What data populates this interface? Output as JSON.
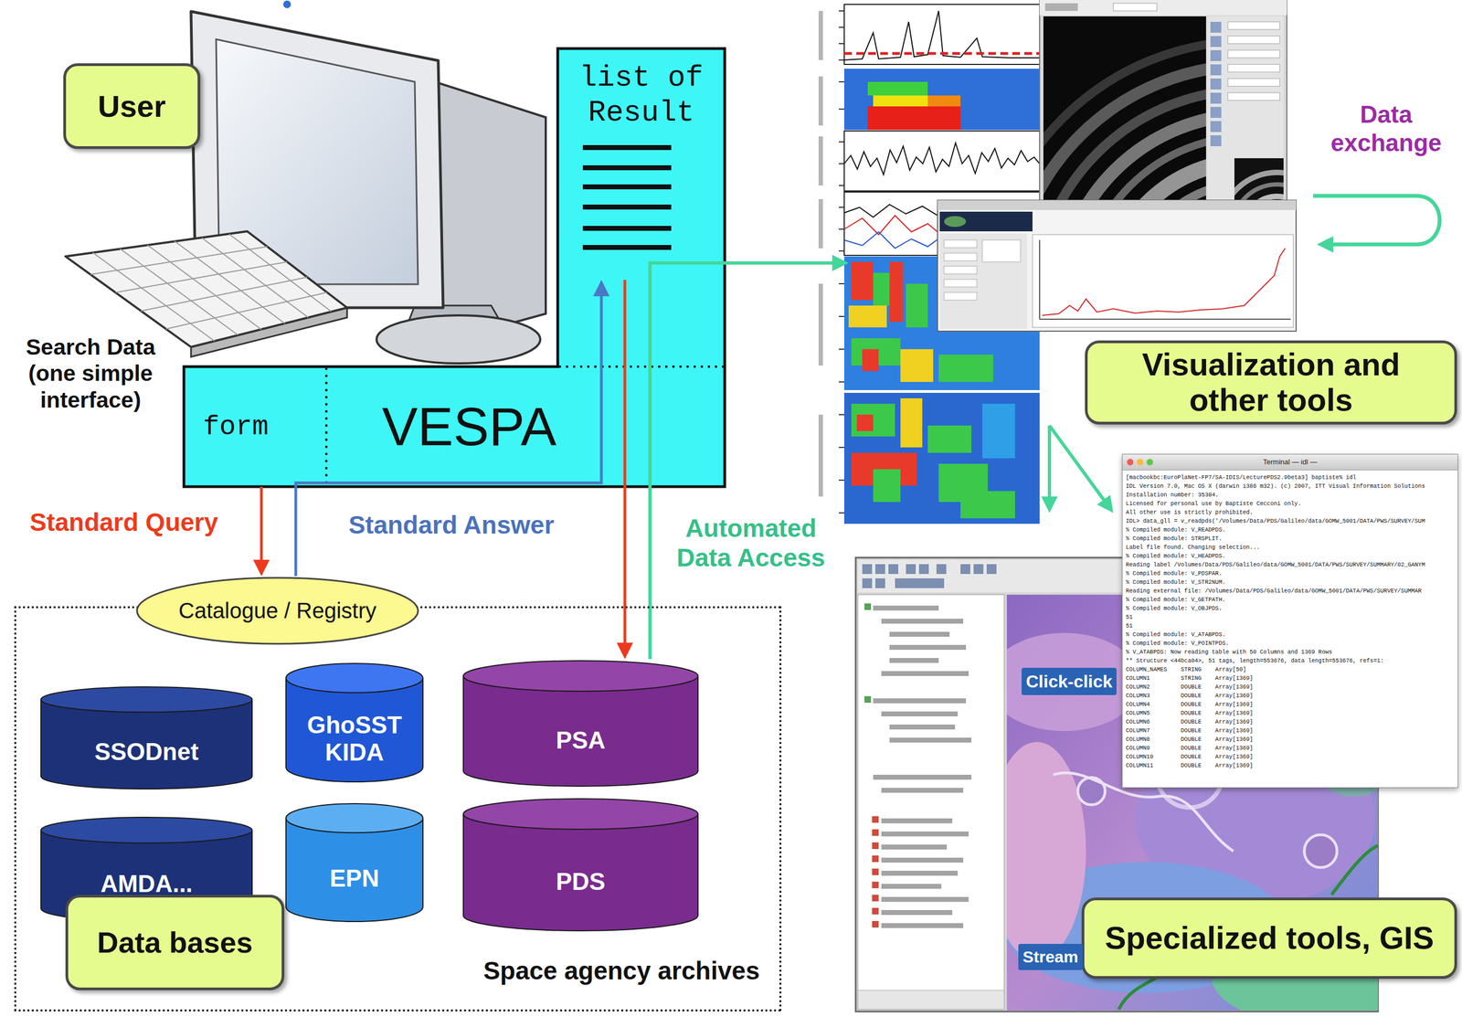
{
  "diagram": {
    "nodes": [
      {
        "text": [
          "User"
        ]
      },
      {
        "text": [
          "list of Result"
        ]
      },
      {
        "text": [
          "VESPA"
        ]
      },
      {
        "text": [
          "form"
        ],
        "in": 2
      },
      {
        "text": [
          "Catalogue / Registry"
        ]
      },
      {
        "text": [
          "Space agency archives"
        ]
      },
      {
        "text": [
          "SSODnet"
        ],
        "in": 5
      },
      {
        "text": [
          "GhoSST KIDA"
        ],
        "in": 5
      },
      {
        "text": [
          "PSA"
        ],
        "in": 5
      },
      {
        "text": [
          "AMDA..."
        ],
        "in": 5
      },
      {
        "text": [
          "EPN"
        ],
        "in": 5
      },
      {
        "text": [
          "PDS"
        ],
        "in": 5
      },
      {
        "text": [
          "Data bases"
        ],
        "in": 5
      },
      {
        "text": [
          "Visualization and other tools"
        ]
      },
      {
        "text": [
          "Specialized tools, GIS"
        ]
      }
    ],
    "edges": [
      {
        "from": 3,
        "to": 4,
        "label": "Standard Query",
        "arrow": "to"
      },
      {
        "from": 4,
        "to": 1,
        "label": "Standard Answer",
        "arrow": "to"
      },
      {
        "from": 1,
        "to": 8,
        "arrow": "to"
      },
      {
        "from": 8,
        "to": 13,
        "label": "Automated Data Access",
        "arrow": "to"
      },
      {
        "from": 13,
        "to": 14,
        "arrow": "to"
      },
      {
        "from": 13,
        "to": 14,
        "arrow": "to"
      }
    ],
    "labels": [
      "Search Data (one simple interface)",
      "Data exchange",
      "Click-click",
      "Stream",
      "Terminal — idl —",
      "[macbookbc:EuroPlaNet-FP7/SA-IDIS/LecturePDS2.9beta3] baptiste% idl",
      "IDL Version 7.0, Mac OS X (darwin i386 m32). (c) 2007, ITT Visual Information Solutions",
      "Installation number: 35384.",
      "Licensed for personal use by Baptiste Cecconi only.",
      "All other use is strictly prohibited.",
      "IDL> data_gll = v_readpds('/Volumes/Data/PDS/Galileo/data/GOMW_5001/DATA/PWS/SURVEY/SUM",
      "% Compiled module: V_READPDS.",
      "% Compiled module: STRSPLIT.",
      "Label file found. Changing selection...",
      "% Compiled module: V_HEADPDS.",
      "Reading label /Volumes/Data/PDS/Galileo/data/GOMW_5001/DATA/PWS/SURVEY/SUMMARY/02_GANYM",
      "% Compiled module: V_PDSPAR.",
      "% Compiled module: V_STR2NUM.",
      "Reading external file: /Volumes/Data/PDS/Galileo/data/GOMW_5001/DATA/PWS/SURVEY/SUMMAR",
      "% Compiled module: V_GETPATH.",
      "% Compiled module: V_OBJPDS.",
      "51",
      "51",
      "% Compiled module: V_ATABPDS.",
      "% Compiled module: V_POINTPDS.",
      "% V_ATABPDS: Now reading table with 50 Columns and 1369 Rows",
      "** Structure <44bca04>, 51 tags, length=553676, data length=553676, refs=1:",
      "COLUMN_NAMES    STRING    Array[50]",
      "COLUMN1         STRING    Array[1369]",
      "COLUMN2         DOUBLE    Array[1369]",
      "COLUMN3         DOUBLE    Array[1369]",
      "COLUMN4         DOUBLE    Array[1369]",
      "COLUMN5         DOUBLE    Array[1369]",
      "COLUMN6         DOUBLE    Array[1369]",
      "COLUMN7         DOUBLE    Array[1369]",
      "COLUMN8         DOUBLE    Array[1369]",
      "COLUMN9         DOUBLE    Array[1369]",
      "COLUMN10        DOUBLE    Array[1369]",
      "COLUMN11        DOUBLE    Array[1369]"
    ]
  }
}
